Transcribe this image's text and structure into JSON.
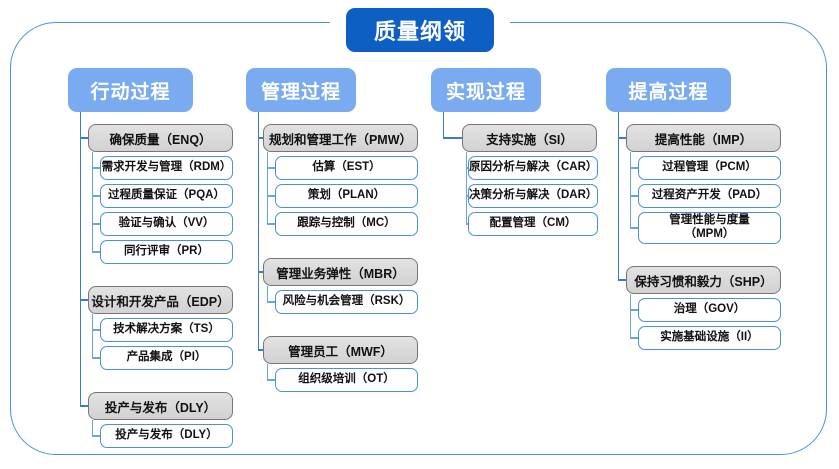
{
  "diagram": {
    "title": "质量纲领",
    "frame_color": "#4a90e2",
    "root_color": "#0d5fc4",
    "header_color": "#7aabf0",
    "group_color": "#d8d8d8",
    "leaf_border_color": "#4a90e2",
    "columns": [
      {
        "header": "行动过程",
        "groups": [
          {
            "label": "确保质量（ENQ）",
            "children": [
              "需求开发与管理（RDM）",
              "过程质量保证（PQA）",
              "验证与确认（VV）",
              "同行评审（PR）"
            ]
          },
          {
            "label": "设计和开发产品（EDP）",
            "children": [
              "技术解决方案（TS）",
              "产品集成（PI）"
            ]
          },
          {
            "label": "投产与发布（DLY）",
            "children": [
              "投产与发布（DLY）"
            ]
          }
        ]
      },
      {
        "header": "管理过程",
        "groups": [
          {
            "label": "规划和管理工作（PMW）",
            "children": [
              "估算（EST）",
              "策划（PLAN）",
              "跟踪与控制（MC）"
            ]
          },
          {
            "label": "管理业务弹性（MBR）",
            "children": [
              "风险与机会管理（RSK）"
            ]
          },
          {
            "label": "管理员工（MWF）",
            "children": [
              "组织级培训（OT）"
            ]
          }
        ]
      },
      {
        "header": "实现过程",
        "groups": [
          {
            "label": "支持实施（SI）",
            "children": [
              "原因分析与解决（CAR）",
              "决策分析与解决（DAR）",
              "配置管理（CM）"
            ]
          }
        ]
      },
      {
        "header": "提高过程",
        "groups": [
          {
            "label": "提高性能（IMP）",
            "children": [
              "过程管理（PCM）",
              "过程资产开发（PAD）",
              "管理性能与度量\n（MPM）"
            ]
          },
          {
            "label": "保持习惯和毅力（SHP）",
            "children": [
              "治理（GOV）",
              "实施基础设施（II）"
            ]
          }
        ]
      }
    ]
  }
}
